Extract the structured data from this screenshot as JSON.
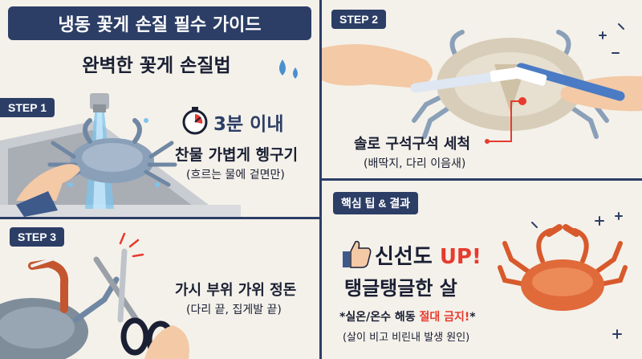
{
  "header": {
    "title": "냉동 꽃게 손질 필수 가이드",
    "subtitle": "완벽한 꽃게 손질법"
  },
  "step1": {
    "tag": "STEP 1",
    "time": "3분 이내",
    "main": "찬물 가볍게 헹구기",
    "note": "(흐르는 물에 겉면만)"
  },
  "step2": {
    "tag": "STEP 2",
    "main": "솔로 구석구석 세척",
    "note": "(배딱지, 다리 이음새)"
  },
  "step3": {
    "tag": "STEP 3",
    "main": "가시 부위 가위 정돈",
    "note": "(다리 끝, 집게발 끝)"
  },
  "tips": {
    "tag": "핵심 팁 & 결과",
    "line1_prefix": "신선도 ",
    "line1_highlight": "UP!",
    "line2": "탱글탱글한 살",
    "warning_prefix": "*실온/온수 해동 ",
    "warning_highlight": "절대 금지!",
    "warning_suffix": "*",
    "warning_note": "(살이 비고 비린내 발생 원인)"
  },
  "colors": {
    "navy": "#2c3e66",
    "red": "#e63b2e",
    "crab": "#e06a3a",
    "water": "#7ec4ec",
    "blue_crab": "#8aa0b8"
  }
}
